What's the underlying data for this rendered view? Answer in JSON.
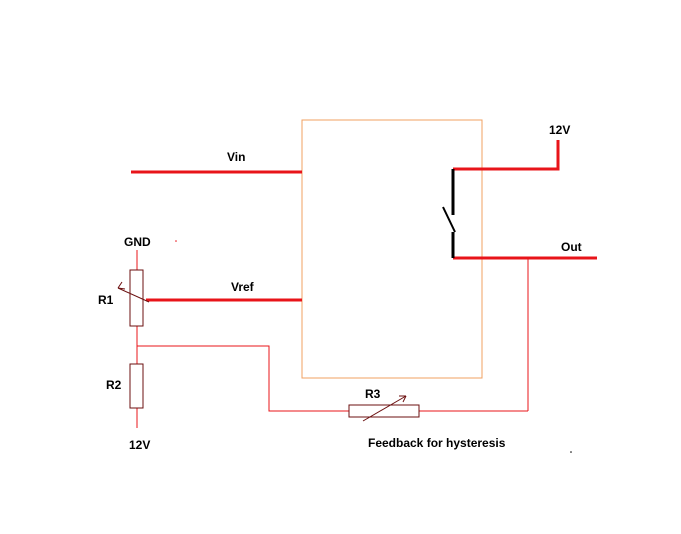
{
  "labels": {
    "vin": "Vin",
    "vref": "Vref",
    "supply_top": "12V",
    "out": "Out",
    "gnd": "GND",
    "r1": "R1",
    "r2": "R2",
    "supply_bottom": "12V",
    "r3": "R3",
    "feedback": "Feedback for hysteresis"
  },
  "colors": {
    "wire_thick": "#e8141a",
    "wire_thin": "#e8141a",
    "box": "#f0a060",
    "switch": "#000000",
    "resistor": "#6b0f0f"
  }
}
